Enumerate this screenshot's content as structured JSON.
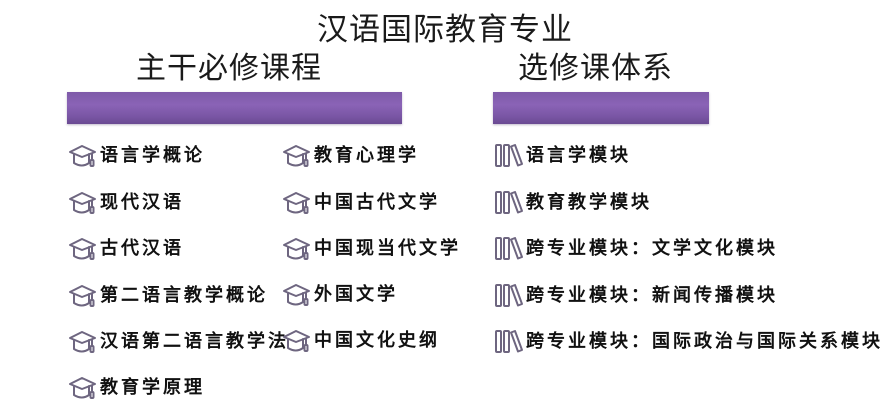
{
  "title": "汉语国际教育专业",
  "colors": {
    "accent_bar": "#7e5aa8",
    "icon": "#6e6680",
    "text": "#111111"
  },
  "required_section": {
    "heading": "主干必修课程",
    "icon": "graduation-cap-icon",
    "column_left": [
      {
        "label": "语言学概论"
      },
      {
        "label": "现代汉语"
      },
      {
        "label": "古代汉语"
      },
      {
        "label": "第二语言教学概论"
      },
      {
        "label": "汉语第二语言教学法"
      },
      {
        "label": "教育学原理"
      }
    ],
    "column_right": [
      {
        "label": "教育心理学"
      },
      {
        "label": "中国古代文学"
      },
      {
        "label": "中国现当代文学"
      },
      {
        "label": "外国文学"
      },
      {
        "label": "中国文化史纲"
      }
    ]
  },
  "elective_section": {
    "heading": "选修课体系",
    "icon": "books-icon",
    "items": [
      {
        "label": "语言学模块"
      },
      {
        "label": "教育教学模块"
      },
      {
        "label": "跨专业模块：文学文化模块"
      },
      {
        "label": "跨专业模块：新闻传播模块"
      },
      {
        "label": "跨专业模块：国际政治与国际关系模块"
      }
    ]
  }
}
